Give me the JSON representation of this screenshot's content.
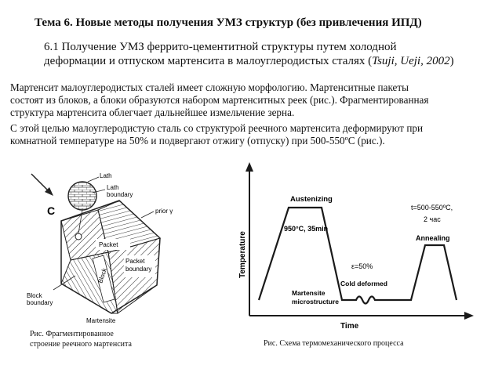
{
  "title": "Тема 6. Новые методы получения УМЗ структур (без привлечения ИПД)",
  "subtitle": {
    "line1": "6.1  Получение УМЗ феррито-цементитной структуры путем холодной",
    "line2_text": "деформации и отпуском мартенсита в малоуглеродистых сталях (",
    "line2_cite": "Tsuji, Ueji, 2002",
    "line2_end": ")"
  },
  "paragraph1": [
    "Мартенсит малоуглеродистых сталей имеет сложную морфологию.  Мартенситные пакеты",
    "состоят из блоков, а блоки образуются набором  мартенситных реек (рис.).  Фрагментированная",
    "структура мартенсита облегчает дальнейшее измельчение зерна."
  ],
  "paragraph2": [
    "С этой целью  малоуглеродистую сталь со структурой реечного мартенсита деформируют при",
    "комнатной температуре на 50% и подвергают отжигу (отпуску) при 500-550ºС (рис.)."
  ],
  "figure_left": {
    "letter_c": "C",
    "lath": "Lath",
    "lath_boundary_1": "Lath",
    "lath_boundary_2": "boundary",
    "prior": "prior γ",
    "packet": "Packet",
    "packet_boundary_1": "Packet",
    "packet_boundary_2": "boundary",
    "block": "Block",
    "block_boundary_1": "Block",
    "block_boundary_2": "boundary",
    "martensite": "Martensite",
    "caption_1": "Рис. Фрагментированное",
    "caption_2": "строение реечного мартенсита"
  },
  "figure_right": {
    "ylabel": "Temperature",
    "xlabel": "Time",
    "austenizing": "Austenizing",
    "austenizing_cond": "950°C, 35min",
    "strain": "ε=50%",
    "cold_deformed": "Cold deformed",
    "martensite_1": "Martensite",
    "martensite_2": "microstructure",
    "annealing": "Annealing",
    "anneal_temp": "t=500-550ºС,",
    "anneal_time": "2 час",
    "caption": "Рис.  Схема термомеханического процесса"
  },
  "colors": {
    "text": "#111111",
    "diagram_stroke": "#1a1a1a",
    "background": "#ffffff"
  }
}
